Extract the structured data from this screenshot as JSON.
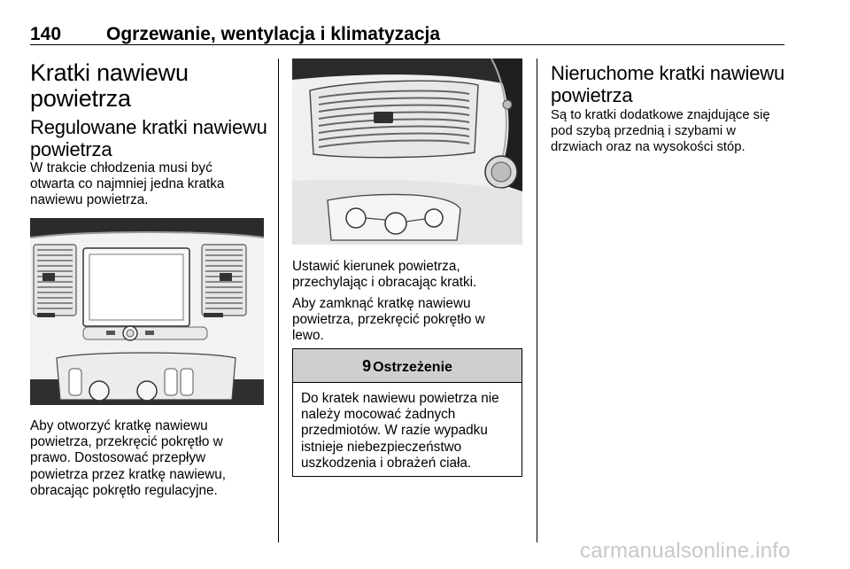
{
  "header": {
    "page_number": "140",
    "title": "Ogrzewanie, wentylacja i klimatyzacja"
  },
  "col1": {
    "heading1_line1": "Kratki nawiewu",
    "heading1_line2": "powietrza",
    "heading2_line1": "Regulowane kratki nawiewu",
    "heading2_line2": "powietrza",
    "intro_lines": [
      "W trakcie chłodzenia musi być",
      "otwarta co najmniej jedna kratka",
      "nawiewu powietrza."
    ],
    "para_lines": [
      "Aby otworzyć kratkę nawiewu",
      "powietrza, przekręcić pokrętło w",
      "prawo. Dostosować przepływ",
      "powietrza przez kratkę nawiewu,",
      "obracając pokrętło regulacyjne."
    ]
  },
  "col2": {
    "para1_lines": [
      "Ustawić kierunek powietrza,",
      "przechylając i obracając kratki."
    ],
    "para2_lines": [
      "Aby zamknąć kratkę nawiewu",
      "powietrza, przekręcić pokrętło w",
      "lewo."
    ],
    "warning": {
      "symbol": "9",
      "title": "Ostrzeżenie",
      "lines": [
        "Do kratek nawiewu powietrza nie",
        "należy mocować żadnych",
        "przedmiotów. W razie wypadku",
        "istnieje niebezpieczeństwo",
        "uszkodzenia i obrażeń ciała."
      ]
    }
  },
  "col3": {
    "heading_line1": "Nieruchome kratki nawiewu",
    "heading_line2": "powietrza",
    "lines": [
      "Są to kratki dodatkowe znajdujące się",
      "pod szybą przednią i szybami w",
      "drzwiach oraz na wysokości stóp."
    ]
  },
  "watermark": "carmanualsonline.info"
}
